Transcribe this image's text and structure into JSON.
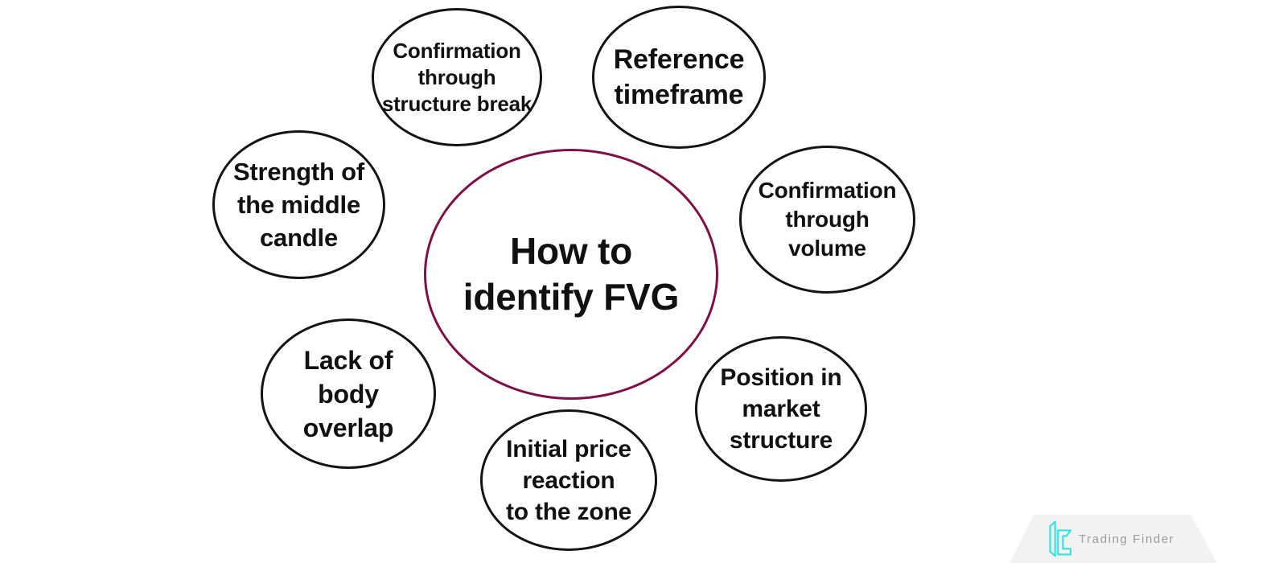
{
  "diagram": {
    "center": {
      "id": "how-to-identify-fvg",
      "label": "How to\nidentify FVG"
    },
    "nodes": [
      {
        "id": "confirmation-structure-break",
        "label": "Confirmation\nthrough\nstructure break"
      },
      {
        "id": "reference-timeframe",
        "label": "Reference\ntimeframe"
      },
      {
        "id": "confirmation-volume",
        "label": "Confirmation\nthrough\nvolume"
      },
      {
        "id": "position-market-structure",
        "label": "Position in\nmarket\nstructure"
      },
      {
        "id": "initial-price-reaction",
        "label": "Initial price\nreaction\nto the zone"
      },
      {
        "id": "lack-body-overlap",
        "label": "Lack of\nbody\noverlap"
      },
      {
        "id": "strength-middle-candle",
        "label": "Strength of\nthe middle\ncandle"
      }
    ]
  },
  "watermark": {
    "brand": "Trading Finder",
    "icon": "trading-finder-logo"
  },
  "colors": {
    "background": "#ffffff",
    "center_ring": "#7d1047",
    "node_ring": "#141414",
    "text": "#111111",
    "brand_accent": "#2de2e2",
    "brand_text": "#9e9e9e",
    "watermark_bg": "#f2f2f2"
  }
}
